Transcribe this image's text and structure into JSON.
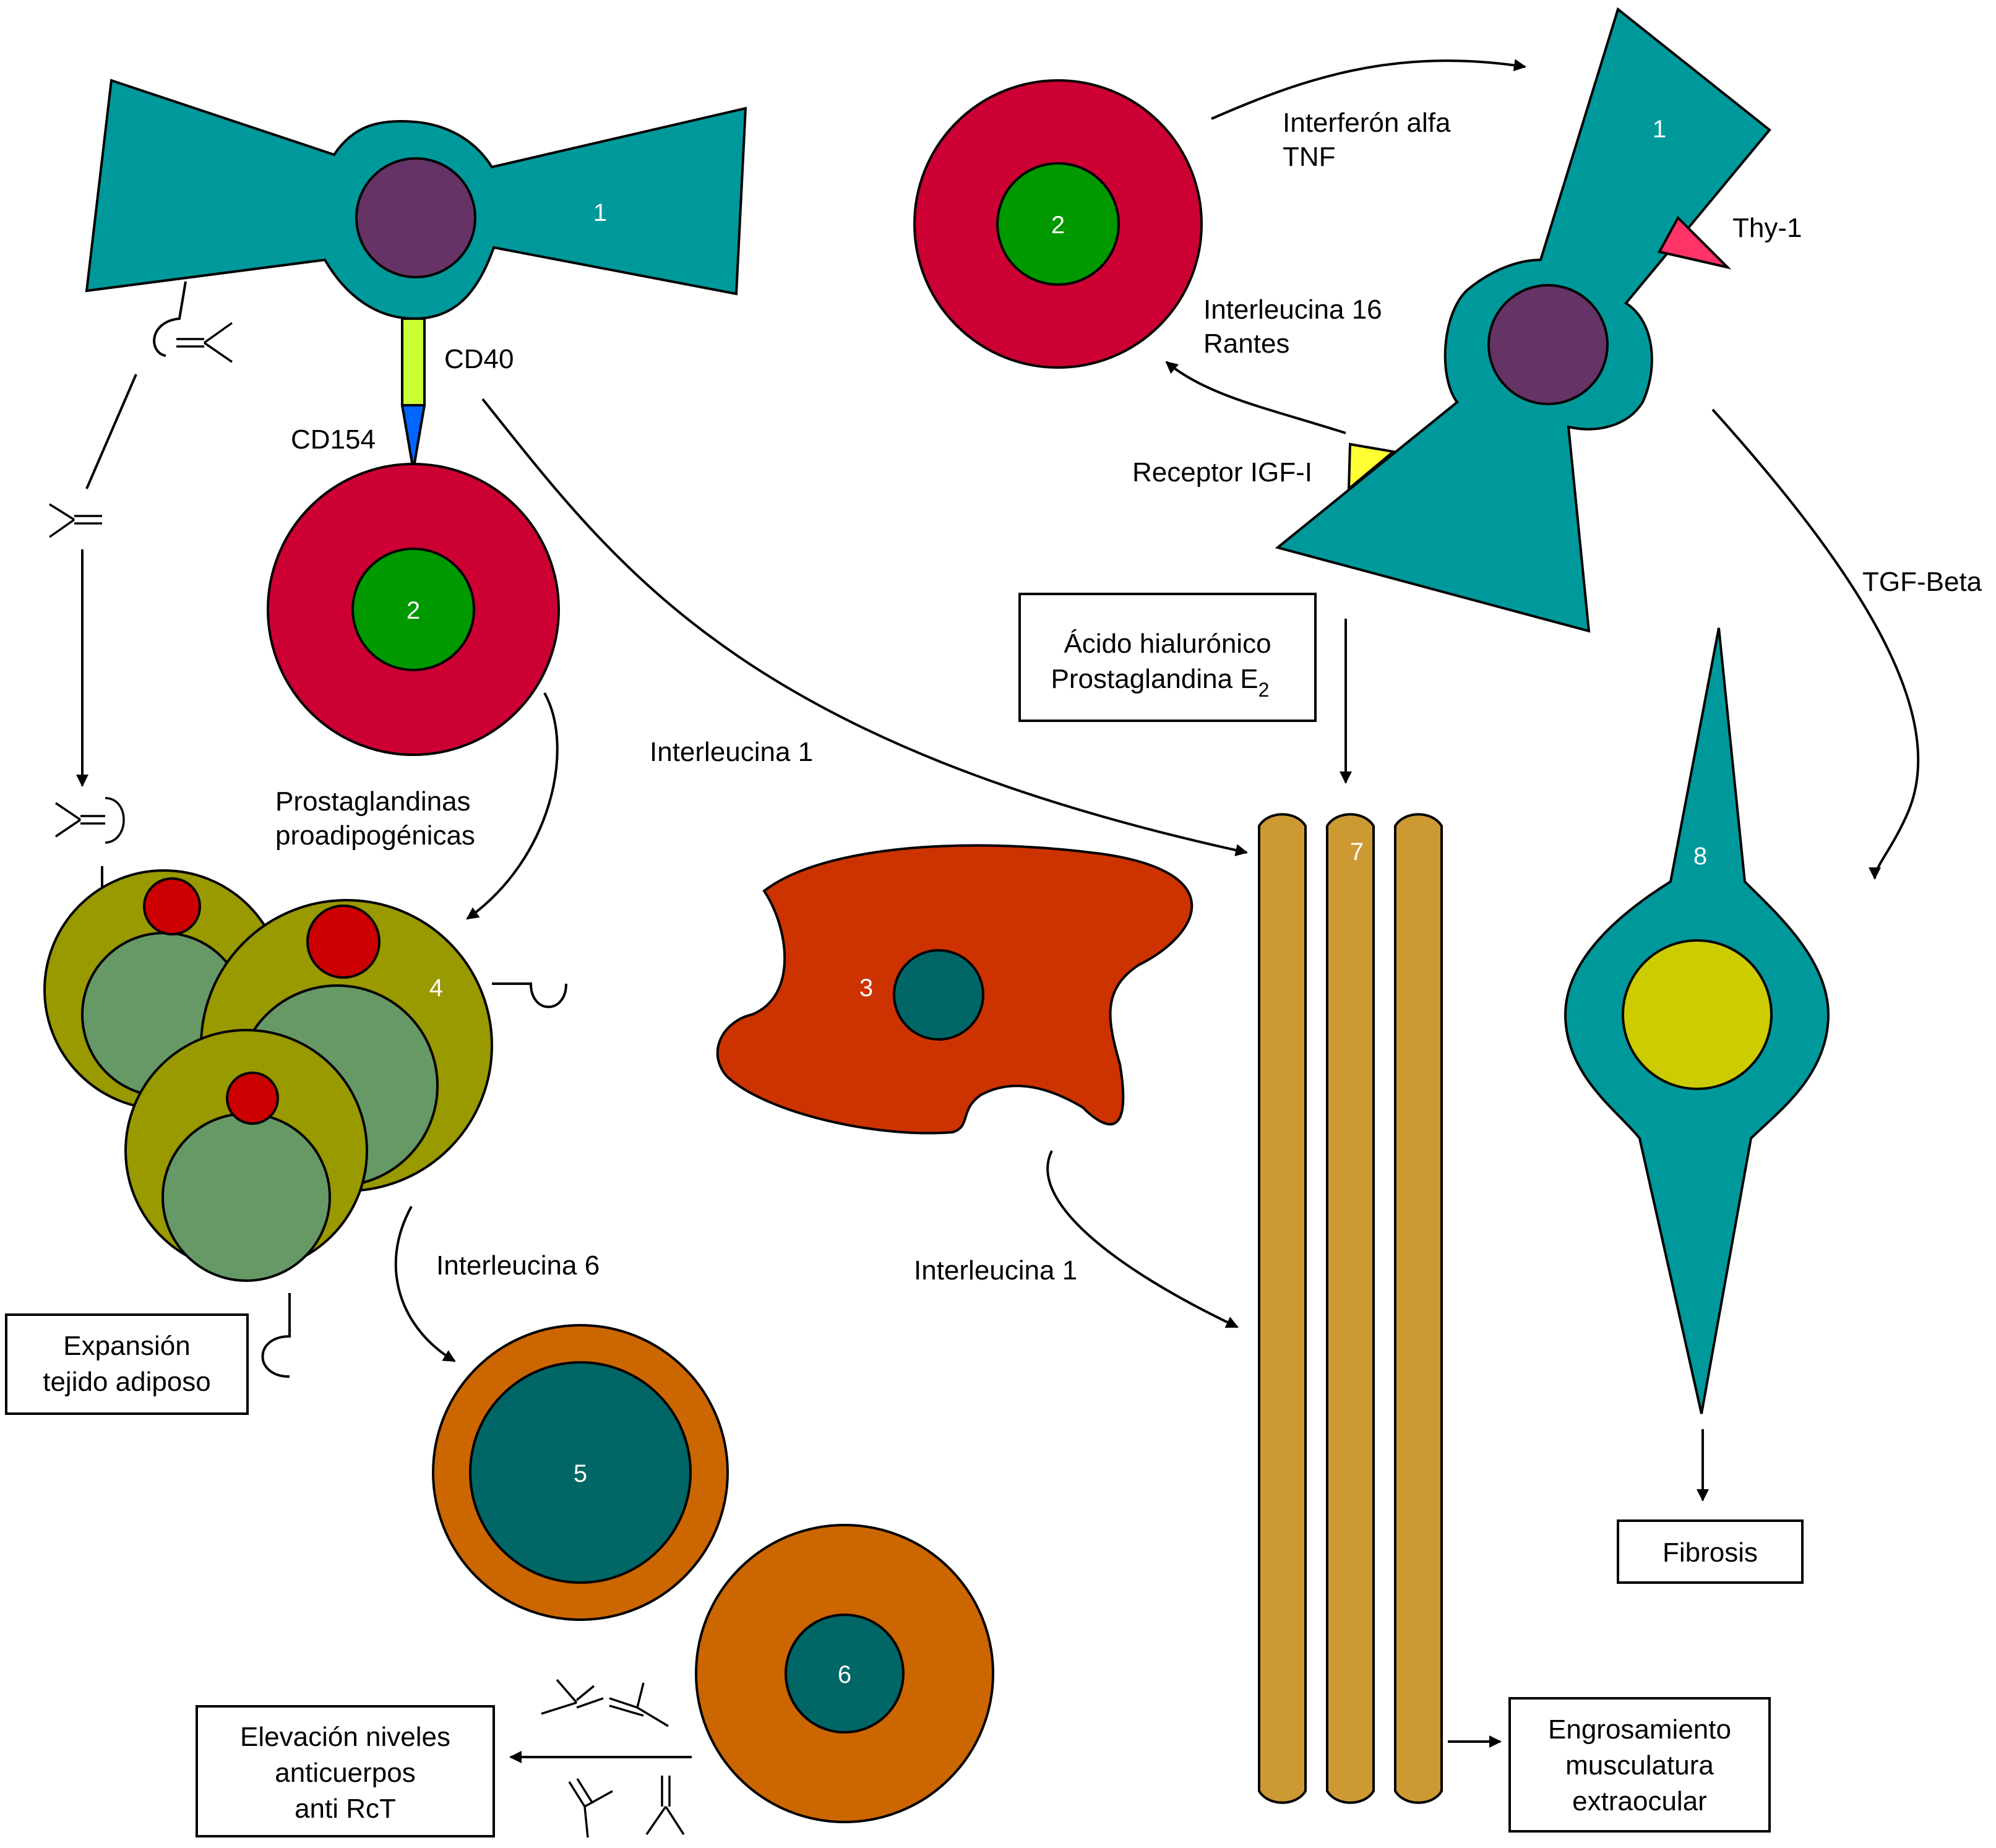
{
  "colors": {
    "fibroblast": "#00999b",
    "nucleus_purple": "#663366",
    "lymph_red": "#cc0033",
    "lymph_green": "#009900",
    "adipocyte_olive": "#999900",
    "adipocyte_vacuole": "#669966",
    "droplet_red": "#cc0000",
    "macrophage": "#cc3300",
    "nucleus_dark": "#006666",
    "plasma_orange": "#cc6600",
    "muscle_tan": "#cc9933",
    "myofib_nucleus": "#cccc00",
    "cd40_lime": "#ccff33",
    "cd154_blue": "#0066ff",
    "thy1_pink": "#ff3366",
    "igf_yellow": "#ffff33"
  },
  "cells": {
    "fibroblast_left": "1",
    "lymphocyte_left": "2",
    "macrophage": "3",
    "adipocyte": "4",
    "b_cell": "5",
    "plasma_cell": "6",
    "muscle": "7",
    "fibroblast_right": "1",
    "lymphocyte_right": "2",
    "myofibroblast": "8"
  },
  "labels": {
    "cd40": "CD40",
    "cd154": "CD154",
    "prostaglandins_l1": "Prostaglandinas",
    "prostaglandins_l2": "proadipogénicas",
    "interleukin1_top": "Interleucina 1",
    "interleukin1_bottom": "Interleucina 1",
    "interleukin6": "Interleucina 6",
    "interferon_l1": "Interferón alfa",
    "interferon_l2": "TNF",
    "interleukin16_l1": "Interleucina 16",
    "interleukin16_l2": "Rantes",
    "thy1": "Thy-1",
    "igf_receptor": "Receptor IGF-I",
    "tgf_beta": "TGF-Beta"
  },
  "boxes": {
    "hyaluronic_l1": "Ácido hialurónico",
    "hyaluronic_l2": "Prostaglandina E",
    "hyaluronic_sub": "2",
    "adipose_l1": "Expansión",
    "adipose_l2": "tejido adiposo",
    "antibodies_l1": "Elevación niveles",
    "antibodies_l2": "anticuerpos",
    "antibodies_l3": "anti RcT",
    "muscle_l1": "Engrosamiento",
    "muscle_l2": "musculatura",
    "muscle_l3": "extraocular",
    "fibrosis": "Fibrosis"
  }
}
